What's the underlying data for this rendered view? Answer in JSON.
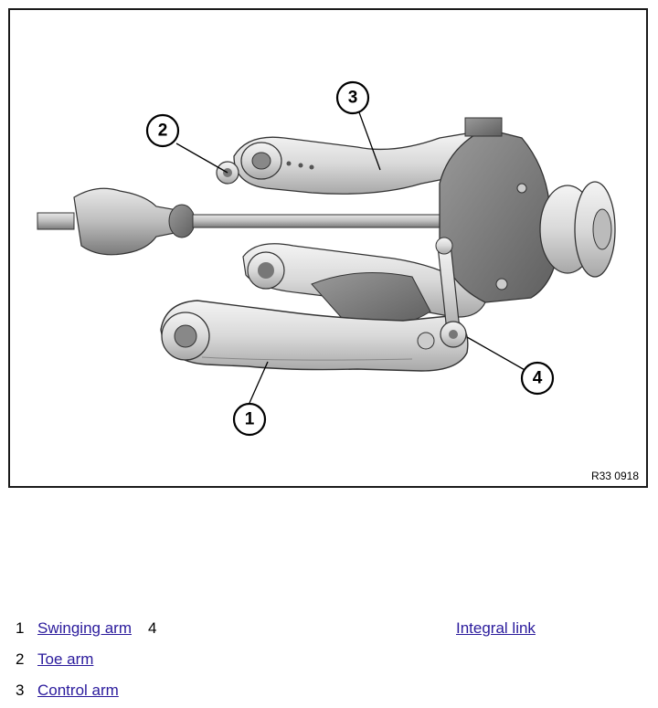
{
  "figure": {
    "code": "R33 0918",
    "callouts": [
      "1",
      "2",
      "3",
      "4"
    ]
  },
  "legend": [
    {
      "number": "1",
      "label": "Swinging arm"
    },
    {
      "number": "2",
      "label": "Toe arm"
    },
    {
      "number": "3",
      "label": "Control arm"
    },
    {
      "number": "4",
      "label": "Integral link"
    }
  ]
}
